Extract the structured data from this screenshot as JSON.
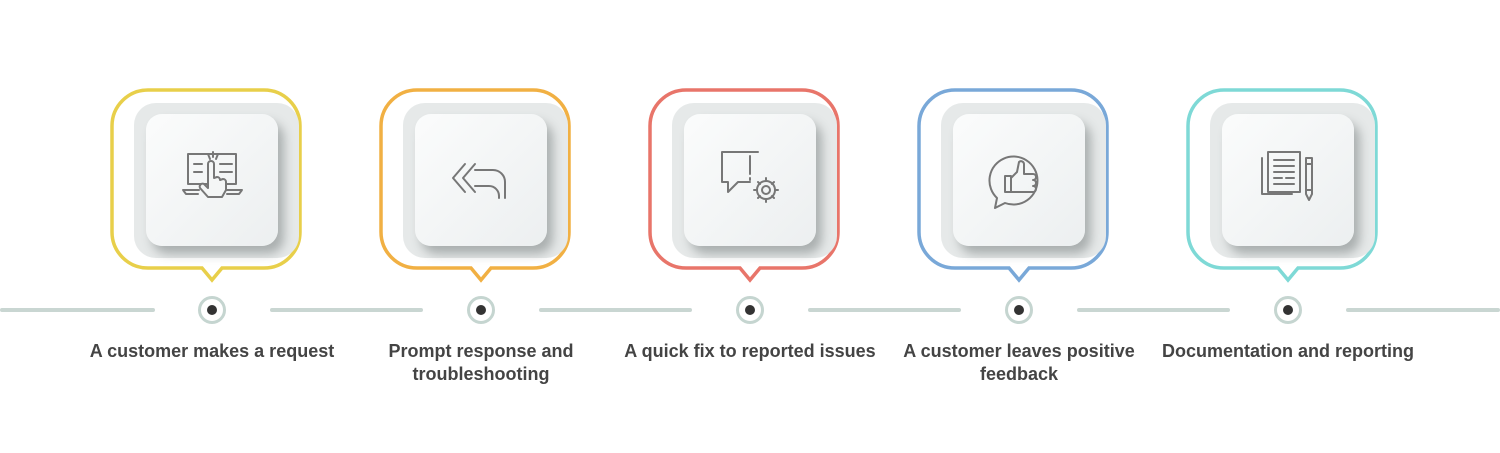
{
  "steps": [
    {
      "label": "A customer makes a request",
      "icon": "touchscreen-hand-icon",
      "color": "#E8CF4A"
    },
    {
      "label": "Prompt response and troubleshooting",
      "icon": "reply-all-arrow-icon",
      "color": "#F1B043"
    },
    {
      "label": "A quick fix to reported issues",
      "icon": "chat-alert-gear-icon",
      "color": "#E8756A"
    },
    {
      "label": "A customer leaves positive feedback",
      "icon": "thumbs-up-bubble-icon",
      "color": "#79A8D8"
    },
    {
      "label": "Documentation and reporting",
      "icon": "document-pencil-icon",
      "color": "#7ED9D6"
    }
  ]
}
